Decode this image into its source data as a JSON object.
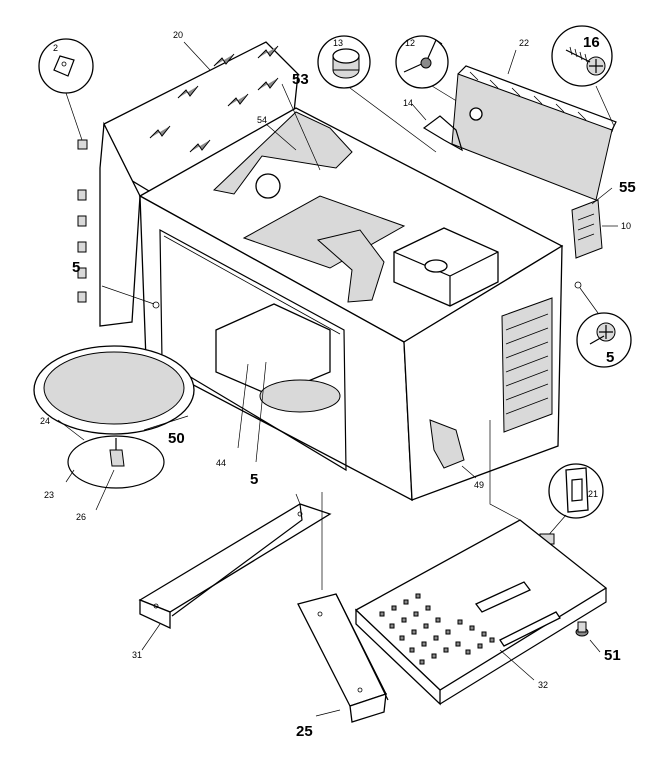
{
  "parts": [
    {
      "id": "p2",
      "number": "2"
    },
    {
      "id": "p20",
      "number": "20"
    },
    {
      "id": "p13",
      "number": "13"
    },
    {
      "id": "p12",
      "number": "12"
    },
    {
      "id": "p22",
      "number": "22"
    },
    {
      "id": "p16",
      "number": "16"
    },
    {
      "id": "p53",
      "number": "53"
    },
    {
      "id": "p54",
      "number": "54"
    },
    {
      "id": "p14",
      "number": "14"
    },
    {
      "id": "p55",
      "number": "55"
    },
    {
      "id": "p10",
      "number": "10"
    },
    {
      "id": "p5a",
      "number": "5"
    },
    {
      "id": "p5b",
      "number": "5"
    },
    {
      "id": "p24",
      "number": "24"
    },
    {
      "id": "p50",
      "number": "50"
    },
    {
      "id": "p44",
      "number": "44"
    },
    {
      "id": "p5c",
      "number": "5"
    },
    {
      "id": "p23",
      "number": "23"
    },
    {
      "id": "p26",
      "number": "26"
    },
    {
      "id": "p49",
      "number": "49"
    },
    {
      "id": "p21",
      "number": "21"
    },
    {
      "id": "p31",
      "number": "31"
    },
    {
      "id": "p51",
      "number": "51"
    },
    {
      "id": "p32",
      "number": "32"
    },
    {
      "id": "p25",
      "number": "25"
    }
  ]
}
